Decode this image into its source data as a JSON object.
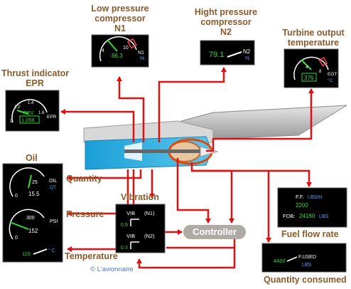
{
  "labels": {
    "n1": [
      "Low pressure",
      "compressor",
      "N1"
    ],
    "n2": [
      "Hight pressure",
      "compressor",
      "N2"
    ],
    "egt": [
      "Turbine output",
      "temperature"
    ],
    "epr": [
      "Thrust indicator",
      "EPR"
    ],
    "oil": "Oil",
    "quantity": "Quantity",
    "pressure": "Pressure",
    "temperature": "Temperature",
    "vibration": "Vibration",
    "controller": "Controller",
    "fuel_flow_rate": "Fuel flow rate",
    "quantity_consumed": "Quantity consumed",
    "copyright": "© L'avionnaire"
  },
  "n1_gauge": {
    "value": "86.3",
    "ticks": [
      "4",
      "10"
    ],
    "name": "N1",
    "unit": "%"
  },
  "n2_gauge": {
    "value": "79.1",
    "name": "N2",
    "unit": "%"
  },
  "egt_gauge": {
    "value": "376",
    "ticks": [
      "4",
      "8"
    ],
    "name": "EGT",
    "unit": "°C"
  },
  "epr_gauge": {
    "value": "1.056",
    "mode": "REV",
    "ticks": [
      "1.4",
      "1.6",
      "1.2",
      "1"
    ],
    "name": "EPR"
  },
  "oil_qty": {
    "name": "OIL",
    "unit": "QT",
    "ticks": [
      "0",
      "25"
    ],
    "value": "15.5"
  },
  "oil_press": {
    "name": "PSI",
    "ticks": [
      "0",
      "300"
    ],
    "value": "152"
  },
  "oil_temp": {
    "value": "115",
    "unit": "° C"
  },
  "vibration_panel": {
    "vib1": {
      "name": "VIB",
      "channel": "(N1)",
      "value": "0.9"
    },
    "vib2": {
      "name": "VIB",
      "channel": "(N2)",
      "value": "0.3"
    }
  },
  "fuel_flow": {
    "ff_label": "F.F.",
    "ff_unit": "LBS/H",
    "ff_value": "2200",
    "fob_label": "FOB:",
    "fob_value": "24160",
    "fob_unit": "LBS"
  },
  "fuel_used": {
    "value": "4420",
    "label": "F.USED",
    "unit": "LBS"
  },
  "colors": {
    "arrow": "#e01010",
    "label": "#8a5a2b",
    "display_bg": "#000000",
    "value_green": "#33dd33",
    "unit_blue": "#4da6ff",
    "engine_blue": "#29a8d8",
    "controller": "#b0aaa4"
  }
}
